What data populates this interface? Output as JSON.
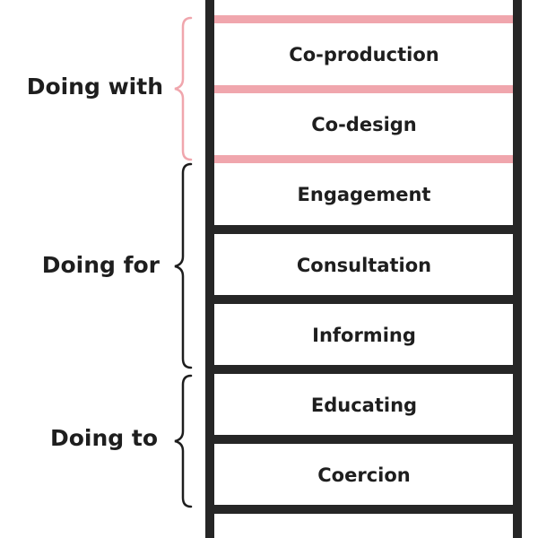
{
  "rungs": [
    {
      "label": "Co-production"
    },
    {
      "label": "Co-design"
    },
    {
      "label": "Engagement"
    },
    {
      "label": "Consultation"
    },
    {
      "label": "Informing"
    },
    {
      "label": "Educating"
    },
    {
      "label": "Coercion"
    }
  ],
  "groups": [
    {
      "label": "Doing with",
      "color": "#f0a6ad"
    },
    {
      "label": "Doing for",
      "color": "#1e1e1e"
    },
    {
      "label": "Doing to",
      "color": "#1e1e1e"
    }
  ],
  "colors": {
    "rail": "#262626",
    "highlight_rung": "#f0a6ad",
    "text": "#1e1e1e"
  }
}
